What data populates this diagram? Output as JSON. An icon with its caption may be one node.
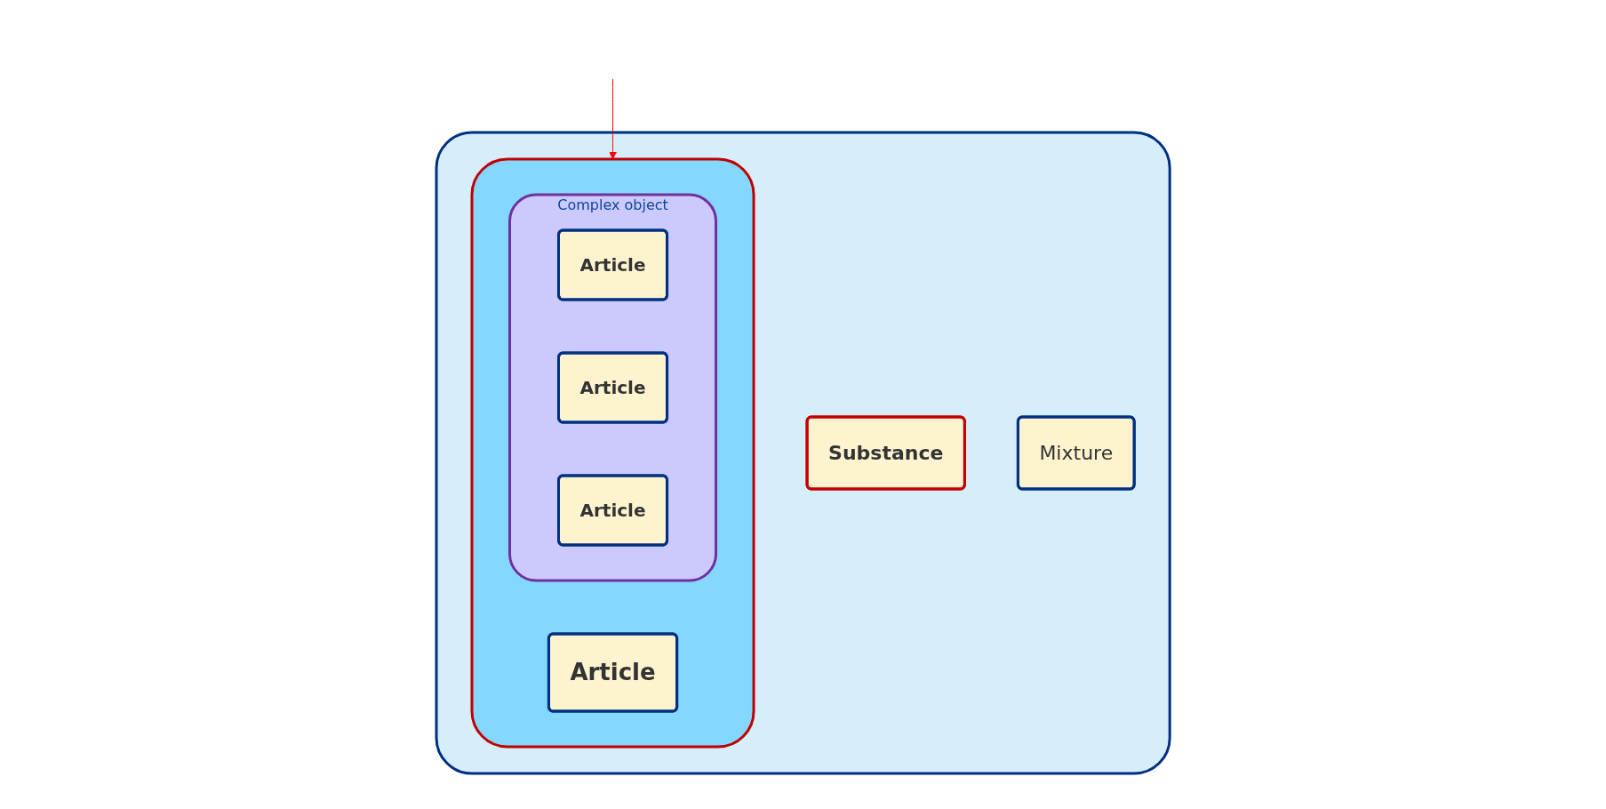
{
  "diagram": {
    "nodes": [
      {
        "text": [],
        "shape": "box"
      },
      {
        "text": [
          "Substance"
        ],
        "in": 0
      },
      {
        "text": [
          "Mixture"
        ],
        "in": 0
      },
      {
        "text": [],
        "shape": "box",
        "in": 0
      },
      {
        "text": [
          "Article"
        ],
        "in": 3
      },
      {
        "text": [
          "Complex object"
        ],
        "in": 3
      },
      {
        "text": [
          "Article"
        ],
        "in": 5
      },
      {
        "text": [
          "Article"
        ],
        "in": 5
      },
      {
        "text": [
          "Article"
        ],
        "in": 5
      }
    ],
    "edges": [
      {
        "from": null,
        "to": 3,
        "arrow": "to",
        "color": "#ff0000"
      }
    ]
  }
}
